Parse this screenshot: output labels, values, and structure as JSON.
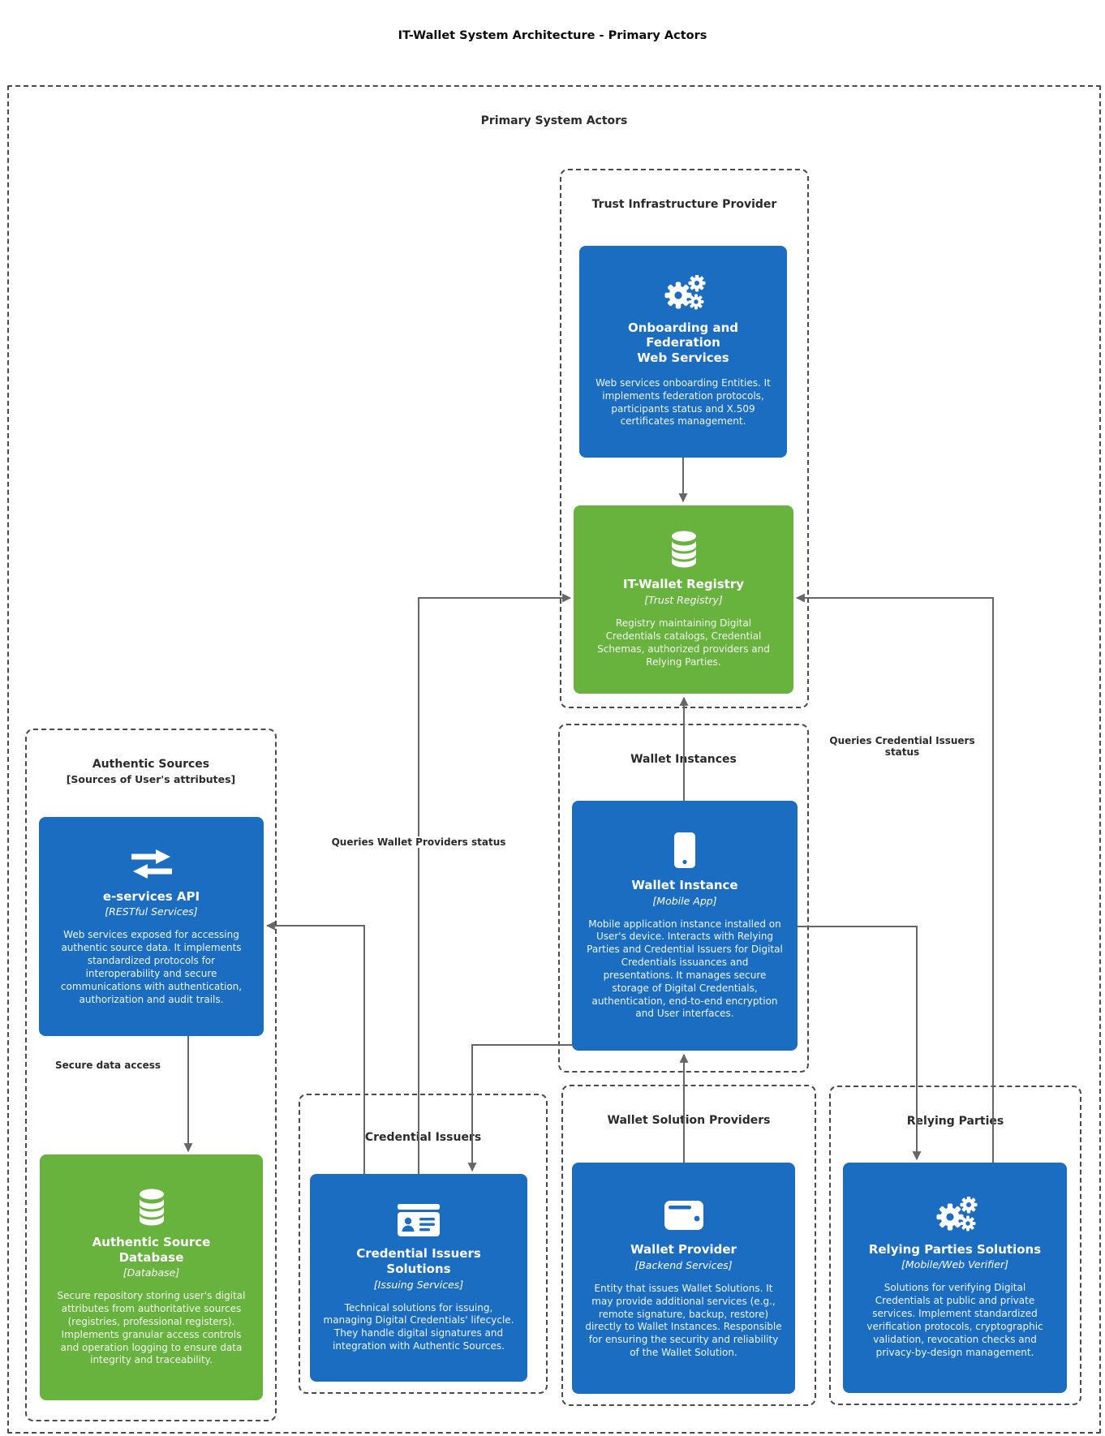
{
  "page_title": "IT-Wallet System Architecture - Primary Actors",
  "outer_label": "Primary System Actors",
  "colors": {
    "node_blue": "#1B6DC1",
    "node_green": "#67B33E",
    "arrow": "#666666",
    "dashed_border": "#4a4a4a",
    "label_text": "#2b2b2b"
  },
  "containers": {
    "trust": {
      "label": "Trust Infrastructure Provider"
    },
    "authentic_sources": {
      "label": "Authentic Sources",
      "sublabel": "[Sources of User's attributes]"
    },
    "wallet_instances": {
      "label": "Wallet Instances"
    },
    "credential_issuers": {
      "label": "Credential Issuers"
    },
    "wallet_solution_providers": {
      "label": "Wallet Solution Providers"
    },
    "relying_parties": {
      "label": "Relying Parties"
    }
  },
  "nodes": {
    "onboarding": {
      "icon": "gears-icon",
      "title": "Onboarding and\nFederation\nWeb Services",
      "desc": "Web services onboarding Entities. It implements federation protocols, participants status and X.509 certificates management."
    },
    "registry": {
      "icon": "database-icon",
      "title": "IT-Wallet Registry",
      "subtitle": "[Trust Registry]",
      "desc": "Registry maintaining Digital Credentials catalogs, Credential Schemas, authorized providers and Relying Parties."
    },
    "eservices_api": {
      "icon": "swap-arrows-icon",
      "title": "e-services API",
      "subtitle": "[RESTful Services]",
      "desc": "Web services exposed for accessing authentic source data. It implements standardized protocols for interoperability and secure communications with authentication, authorization and audit trails."
    },
    "authentic_source_db": {
      "icon": "database-icon",
      "title": "Authentic Source\nDatabase",
      "subtitle": "[Database]",
      "desc": "Secure repository storing user's digital attributes from authoritative sources (registries, professional registers). Implements granular access controls and operation logging to ensure data integrity and traceability."
    },
    "wallet_instance": {
      "icon": "mobile-icon",
      "title": "Wallet Instance",
      "subtitle": "[Mobile App]",
      "desc": "Mobile application instance installed on User's device. Interacts with Relying Parties and Credential Issuers for Digital Credentials issuances and presentations. It manages secure storage of Digital Credentials, authentication, end-to-end encryption and User interfaces."
    },
    "credential_issuers_solutions": {
      "icon": "id-card-icon",
      "title": "Credential Issuers\nSolutions",
      "subtitle": "[Issuing Services]",
      "desc": "Technical solutions for issuing, managing Digital Credentials' lifecycle. They handle digital signatures and integration with Authentic Sources."
    },
    "wallet_provider": {
      "icon": "wallet-icon",
      "title": "Wallet Provider",
      "subtitle": "[Backend Services]",
      "desc": "Entity that issues Wallet Solutions. It may provide additional services (e.g., remote signature, backup, restore) directly to Wallet Instances. Responsible for ensuring the security and reliability of the Wallet Solution."
    },
    "relying_parties_solutions": {
      "icon": "gears-icon",
      "title": "Relying Parties Solutions",
      "subtitle": "[Mobile/Web Verifier]",
      "desc": "Solutions for verifying Digital Credentials at public and private services. Implement standardized verification protocols, cryptographic validation, revocation checks and privacy-by-design management."
    }
  },
  "edge_labels": {
    "queries_wallet_providers": "Queries Wallet Providers status",
    "queries_credential_issuers": "Queries Credential Issuers\nstatus",
    "secure_data_access": "Secure data access"
  },
  "edges": [
    {
      "from": "onboarding",
      "to": "registry"
    },
    {
      "from": "wallet_instance",
      "to": "registry"
    },
    {
      "from": "credential_issuers_solutions",
      "to": "registry",
      "label": "Queries Wallet Providers status"
    },
    {
      "from": "relying_parties_solutions",
      "to": "registry",
      "label": "Queries Credential Issuers status"
    },
    {
      "from": "credential_issuers_solutions",
      "to": "eservices_api"
    },
    {
      "from": "wallet_instance",
      "to": "credential_issuers_solutions"
    },
    {
      "from": "wallet_instance",
      "to": "relying_parties_solutions"
    },
    {
      "from": "wallet_provider",
      "to": "wallet_instance"
    },
    {
      "from": "eservices_api",
      "to": "authentic_source_db",
      "label": "Secure data access"
    }
  ]
}
